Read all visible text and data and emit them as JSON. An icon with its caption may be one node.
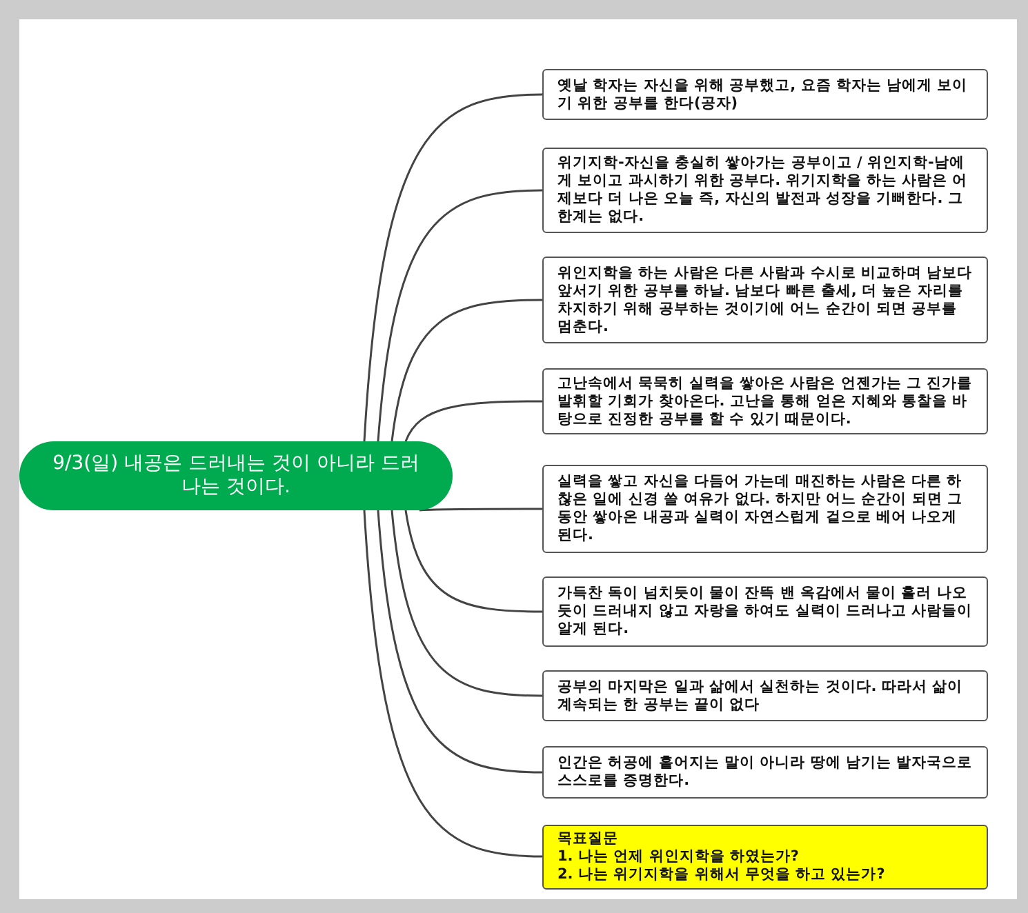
{
  "diagram": {
    "nodes": [
      {
        "text": [
          "9/3(일) 내공은 드러내는 것이 아니라 드러나는 것이다."
        ]
      },
      {
        "text": [
          "옛날 학자는 자신을 위해 공부했고, 요즘 학자는 남에게 보이기 위한 공부를 한다(공자)"
        ]
      },
      {
        "text": [
          "위기지학-자신을 충실히 쌓아가는 공부이고 / 위인지학-남에게 보이고 과시하기 위한 공부다. 위기지학을 하는 사람은 어제보다 더 나은 오늘 즉, 자신의 발전과 성장을 기뻐한다. 그 한계는 없다."
        ]
      },
      {
        "text": [
          "위인지학을 하는 사람은 다른 사람과 수시로 비교하며 남보다 앞서기 위한 공부를 하날. 남보다 빠른 출세, 더 높은 자리를 차지하기 위해 공부하는 것이기에 어느 순간이 되면 공부를 멈춘다."
        ]
      },
      {
        "text": [
          "고난속에서 묵묵히 실력을 쌓아온 사람은 언젠가는 그 진가를 발휘할 기회가 찾아온다. 고난을 통해 얻은 지혜와 통찰을 바탕으로 진정한 공부를 할 수 있기 때문이다."
        ]
      },
      {
        "text": [
          "실력을 쌓고 자신을 다듬어 가는데 매진하는 사람은 다른 하찮은 일에 신경 쓸 여유가 없다. 하지만 어느 순간이 되면 그동안 쌓아온 내공과 실력이 자연스럽게 겉으로 베어 나오게 된다."
        ]
      },
      {
        "text": [
          "가득찬 독이 넘치듯이 물이 잔뜩 밴 옥감에서 물이 흘러 나오듯이 드러내지 않고 자랑을 하여도 실력이 드러나고 사람들이 알게 된다."
        ]
      },
      {
        "text": [
          "공부의 마지막은 일과 삶에서 실천하는 것이다. 따라서 삶이 계속되는 한 공부는 끝이 없다"
        ]
      },
      {
        "text": [
          "인간은 허공에 흩어지는 말이 아니라 땅에 남기는 발자국으로 스스로를 증명한다."
        ]
      },
      {
        "text": [
          "목표질문",
          "1. 나는 언제 위인지학을 하였는가?",
          "2. 나는 위기지학을 위해서 무엇을 하고 있는가?"
        ]
      }
    ],
    "edges": [
      {
        "from": 0,
        "to": 1,
        "arrow": "none"
      },
      {
        "from": 0,
        "to": 2,
        "arrow": "none"
      },
      {
        "from": 0,
        "to": 3,
        "arrow": "none"
      },
      {
        "from": 0,
        "to": 4,
        "arrow": "none"
      },
      {
        "from": 0,
        "to": 5,
        "arrow": "none"
      },
      {
        "from": 0,
        "to": 6,
        "arrow": "none"
      },
      {
        "from": 0,
        "to": 7,
        "arrow": "none"
      },
      {
        "from": 0,
        "to": 8,
        "arrow": "none"
      },
      {
        "from": 0,
        "to": 9,
        "arrow": "none"
      }
    ]
  }
}
